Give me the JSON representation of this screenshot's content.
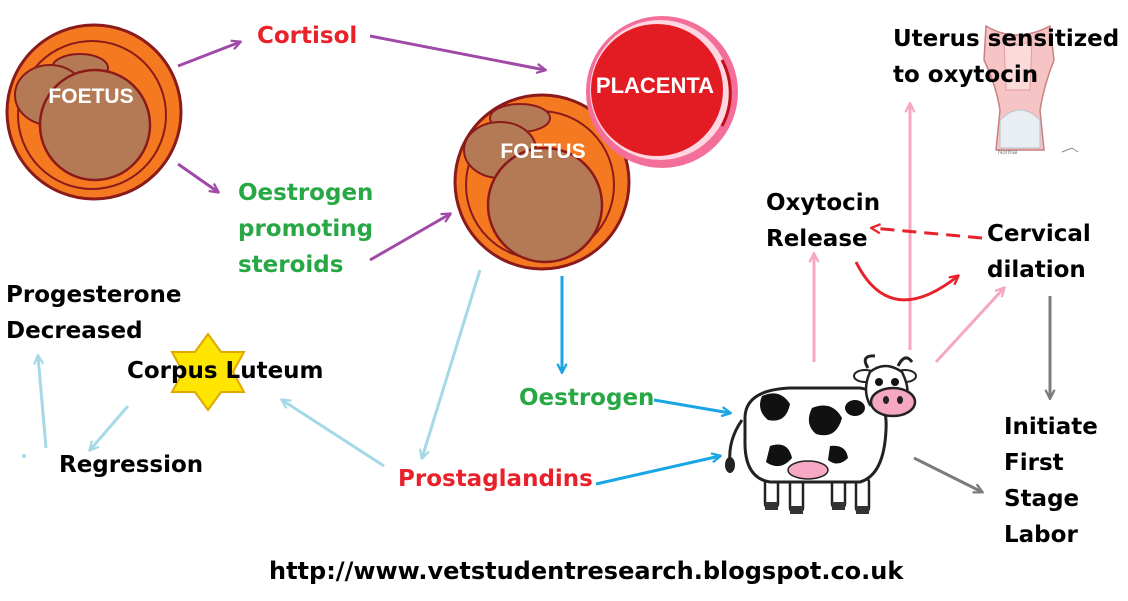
{
  "colors": {
    "purple": "#a04aa8",
    "red": "#e8212a",
    "green": "#27a845",
    "black": "#000000",
    "blue": "#1aa5e4",
    "light_blue": "#a6d9e8",
    "pink": "#f5a7c3",
    "gray": "#7c7c7c",
    "foetus_outer": "#f47920",
    "foetus_inner": "#b47a55"
  },
  "nodes": {
    "foetus_left": "FOETUS",
    "foetus_center": "FOETUS",
    "placenta": "PLACENTA",
    "cortisol": "Cortisol",
    "oestrogen_promoting": [
      "Oestrogen",
      "promoting",
      "steroids"
    ],
    "oestrogen": "Oestrogen",
    "prostaglandins": "Prostaglandins",
    "corpus_luteum": "Corpus Luteum",
    "progesterone": [
      "Progesterone",
      "Decreased"
    ],
    "regression": "Regression",
    "oxytocin_release": [
      "Oxytocin",
      "Release"
    ],
    "cervical_dilation": [
      "Cervical",
      "dilation"
    ],
    "uterus": [
      "Uterus sensitized",
      "to oxytocin"
    ],
    "initiate": [
      "Initiate",
      "First",
      "Stage",
      "Labor"
    ]
  },
  "icons": {
    "cow": "cow-icon",
    "uterus": "uterus-icon",
    "star": "star-icon"
  },
  "uterus_caption": "Normal",
  "source_url": "http://www.vetstudentresearch.blogspot.co.uk"
}
